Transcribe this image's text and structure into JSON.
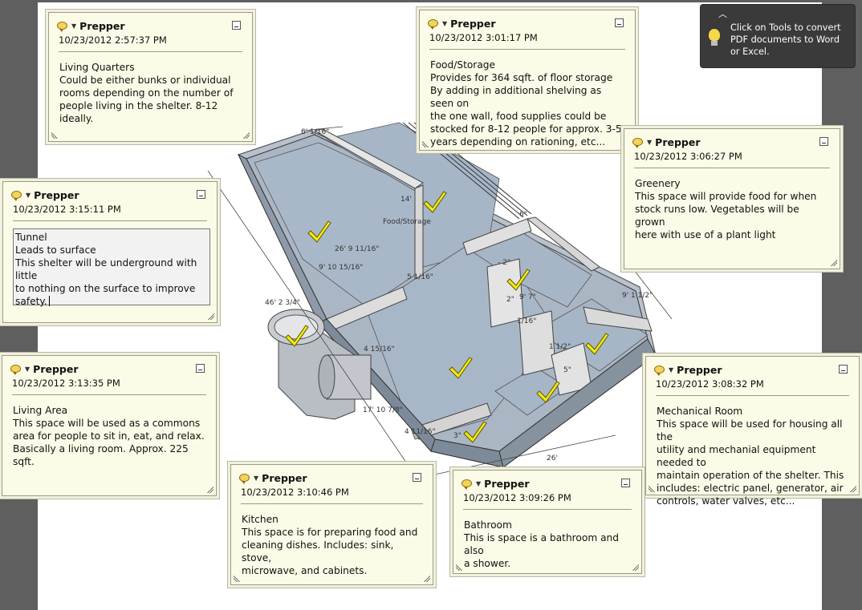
{
  "tooltip": {
    "text": "Click on Tools to convert PDF documents to Word or Excel."
  },
  "drawing": {
    "labels": [
      "6' 1/16\"",
      "14'",
      "Food/Storage",
      "26' 9 11/16\"",
      "9' 10 15/16\"",
      "46' 2 3/4\"",
      "5 1/16\"",
      "- 2\"",
      "2\"",
      "9' 7\"",
      "9' 1 1/2\"",
      "4 15/16\"",
      "1/16\"",
      "1 1/2\"",
      "5\"",
      "17' 10 7/8\"",
      "4 11/16\"",
      "3\"",
      "26'",
      "6\""
    ]
  },
  "notes": [
    {
      "author": "Prepper",
      "date": "10/23/2012 2:57:37 PM",
      "text": "Living Quarters\nCould be either bunks or individual\nrooms depending on the number of\npeople living in the shelter. 8-12 ideally."
    },
    {
      "author": "Prepper",
      "date": "10/23/2012 3:01:17 PM",
      "text": "Food/Storage\nProvides for 364 sqft. of floor storage\nBy adding in additional shelving as seen on\nthe one wall, food supplies could be\nstocked for 8-12 people for approx. 3-5\nyears depending on rationing, etc..."
    },
    {
      "author": "Prepper",
      "date": "10/23/2012 3:06:27 PM",
      "text": "Greenery\nThis space will provide food for when\nstock runs low. Vegetables will be grown\nhere with use of a plant light"
    },
    {
      "author": "Prepper",
      "date": "10/23/2012 3:15:11 PM",
      "text": "Tunnel\nLeads to surface\nThis shelter will be underground with little\nto nothing on the surface to improve\nsafety."
    },
    {
      "author": "Prepper",
      "date": "10/23/2012 3:13:35 PM",
      "text": "Living Area\nThis space will be used as a commons\narea for people to sit in, eat, and relax.\nBasically a living room. Approx. 225 sqft."
    },
    {
      "author": "Prepper",
      "date": "10/23/2012 3:08:32 PM",
      "text": "Mechanical Room\nThis space will be used for housing all the\nutility and mechanial equipment needed to\nmaintain operation of the shelter. This\nincludes: electric panel, generator, air\ncontrols, water valves, etc..."
    },
    {
      "author": "Prepper",
      "date": "10/23/2012 3:10:46 PM",
      "text": "Kitchen\nThis space is for preparing food and\ncleaning dishes. Includes: sink, stove,\nmicrowave, and cabinets."
    },
    {
      "author": "Prepper",
      "date": "10/23/2012 3:09:26 PM",
      "text": "Bathroom\nThis is space is a bathroom and also\na shower."
    }
  ]
}
